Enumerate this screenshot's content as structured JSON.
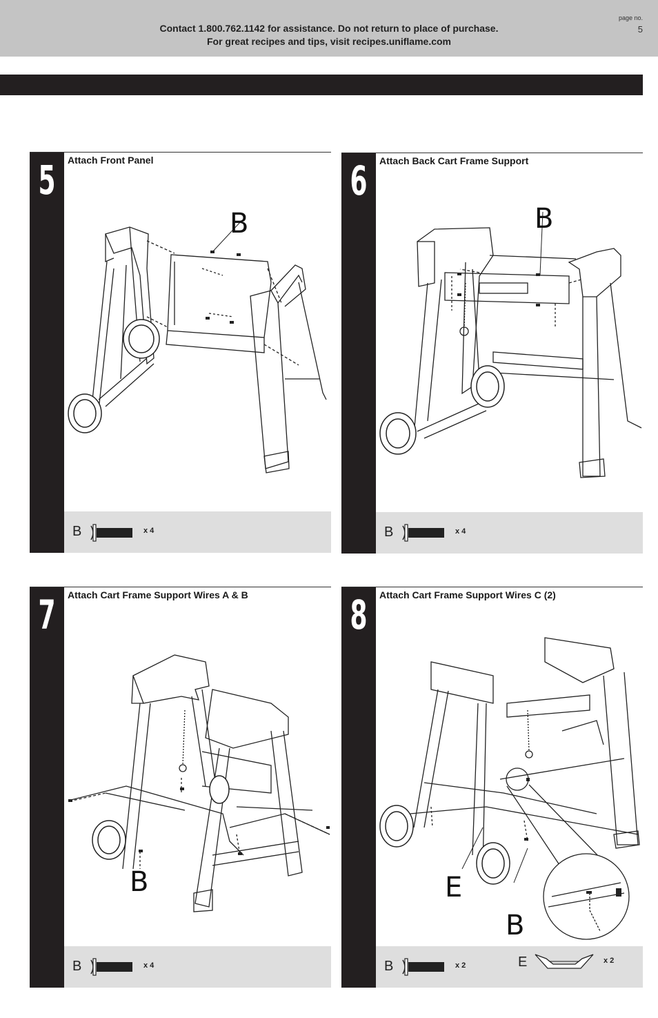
{
  "header": {
    "line1": "Contact 1.800.762.1142 for assistance. Do not return to place of purchase.",
    "line2": "For great recipes and tips, visit recipes.uniflame.com",
    "page_label": "page no.",
    "page_number": "5"
  },
  "steps": [
    {
      "number": "5",
      "title": "Attach Front Panel",
      "callouts": [
        "B"
      ],
      "parts": [
        {
          "letter": "B",
          "qty": "x 4"
        }
      ]
    },
    {
      "number": "6",
      "title": "Attach Back Cart Frame Support",
      "callouts": [
        "B"
      ],
      "parts": [
        {
          "letter": "B",
          "qty": "x 4"
        }
      ]
    },
    {
      "number": "7",
      "title": "Attach Cart Frame Support Wires A & B",
      "callouts": [
        "B"
      ],
      "parts": [
        {
          "letter": "B",
          "qty": "x 4"
        }
      ]
    },
    {
      "number": "8",
      "title": "Attach Cart Frame Support Wires C (2)",
      "callouts": [
        "E",
        "B"
      ],
      "parts": [
        {
          "letter": "B",
          "qty": "x 2"
        },
        {
          "letter": "E",
          "qty": "x 2"
        }
      ]
    }
  ]
}
